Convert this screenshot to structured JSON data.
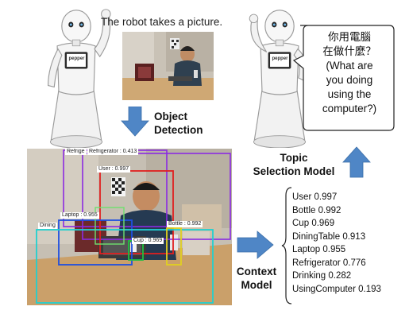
{
  "captions": {
    "robot_action": "The robot takes a picture.",
    "object_detection": [
      "Object",
      "Detection"
    ],
    "topic_selection": [
      "Topic",
      "Selection Model"
    ],
    "context_model": [
      "Context",
      "Model"
    ]
  },
  "robot_badge": "pepper",
  "speech_bubble": {
    "chinese_line1": "你用電腦",
    "chinese_line2": "在做什麼？",
    "english_lines": [
      "(What are",
      "you doing",
      "using the",
      "computer?)"
    ]
  },
  "detections": [
    {
      "label": "Refrige",
      "color": "#8b2be2"
    },
    {
      "label": "Refrigerator : 0.413",
      "color": "#8b2be2"
    },
    {
      "label": "User : 0.997",
      "color": "#e02020"
    },
    {
      "label": "Laptop : 0.955",
      "color": "#1f4fe0"
    },
    {
      "label": "Dining",
      "color": "#20d0d0"
    },
    {
      "label": "Bottle : 0.992",
      "color": "#e0d020"
    },
    {
      "label": "Cup : 0.969",
      "color": "#20c040"
    }
  ],
  "context_scores": [
    {
      "label": "User",
      "score": "0.997"
    },
    {
      "label": "Bottle",
      "score": "0.992"
    },
    {
      "label": "Cup",
      "score": "0.969"
    },
    {
      "label": "DiningTable",
      "score": "0.913"
    },
    {
      "label": "Laptop",
      "score": "0.955"
    },
    {
      "label": "Refrigerator",
      "score": "0.776"
    },
    {
      "label": "Drinking",
      "score": "0.282"
    },
    {
      "label": "UsingComputer",
      "score": "0.193"
    }
  ],
  "colors": {
    "arrow": "#4f86c6",
    "robot_body": "#f2f2f2",
    "robot_outline": "#9a9a9a"
  }
}
